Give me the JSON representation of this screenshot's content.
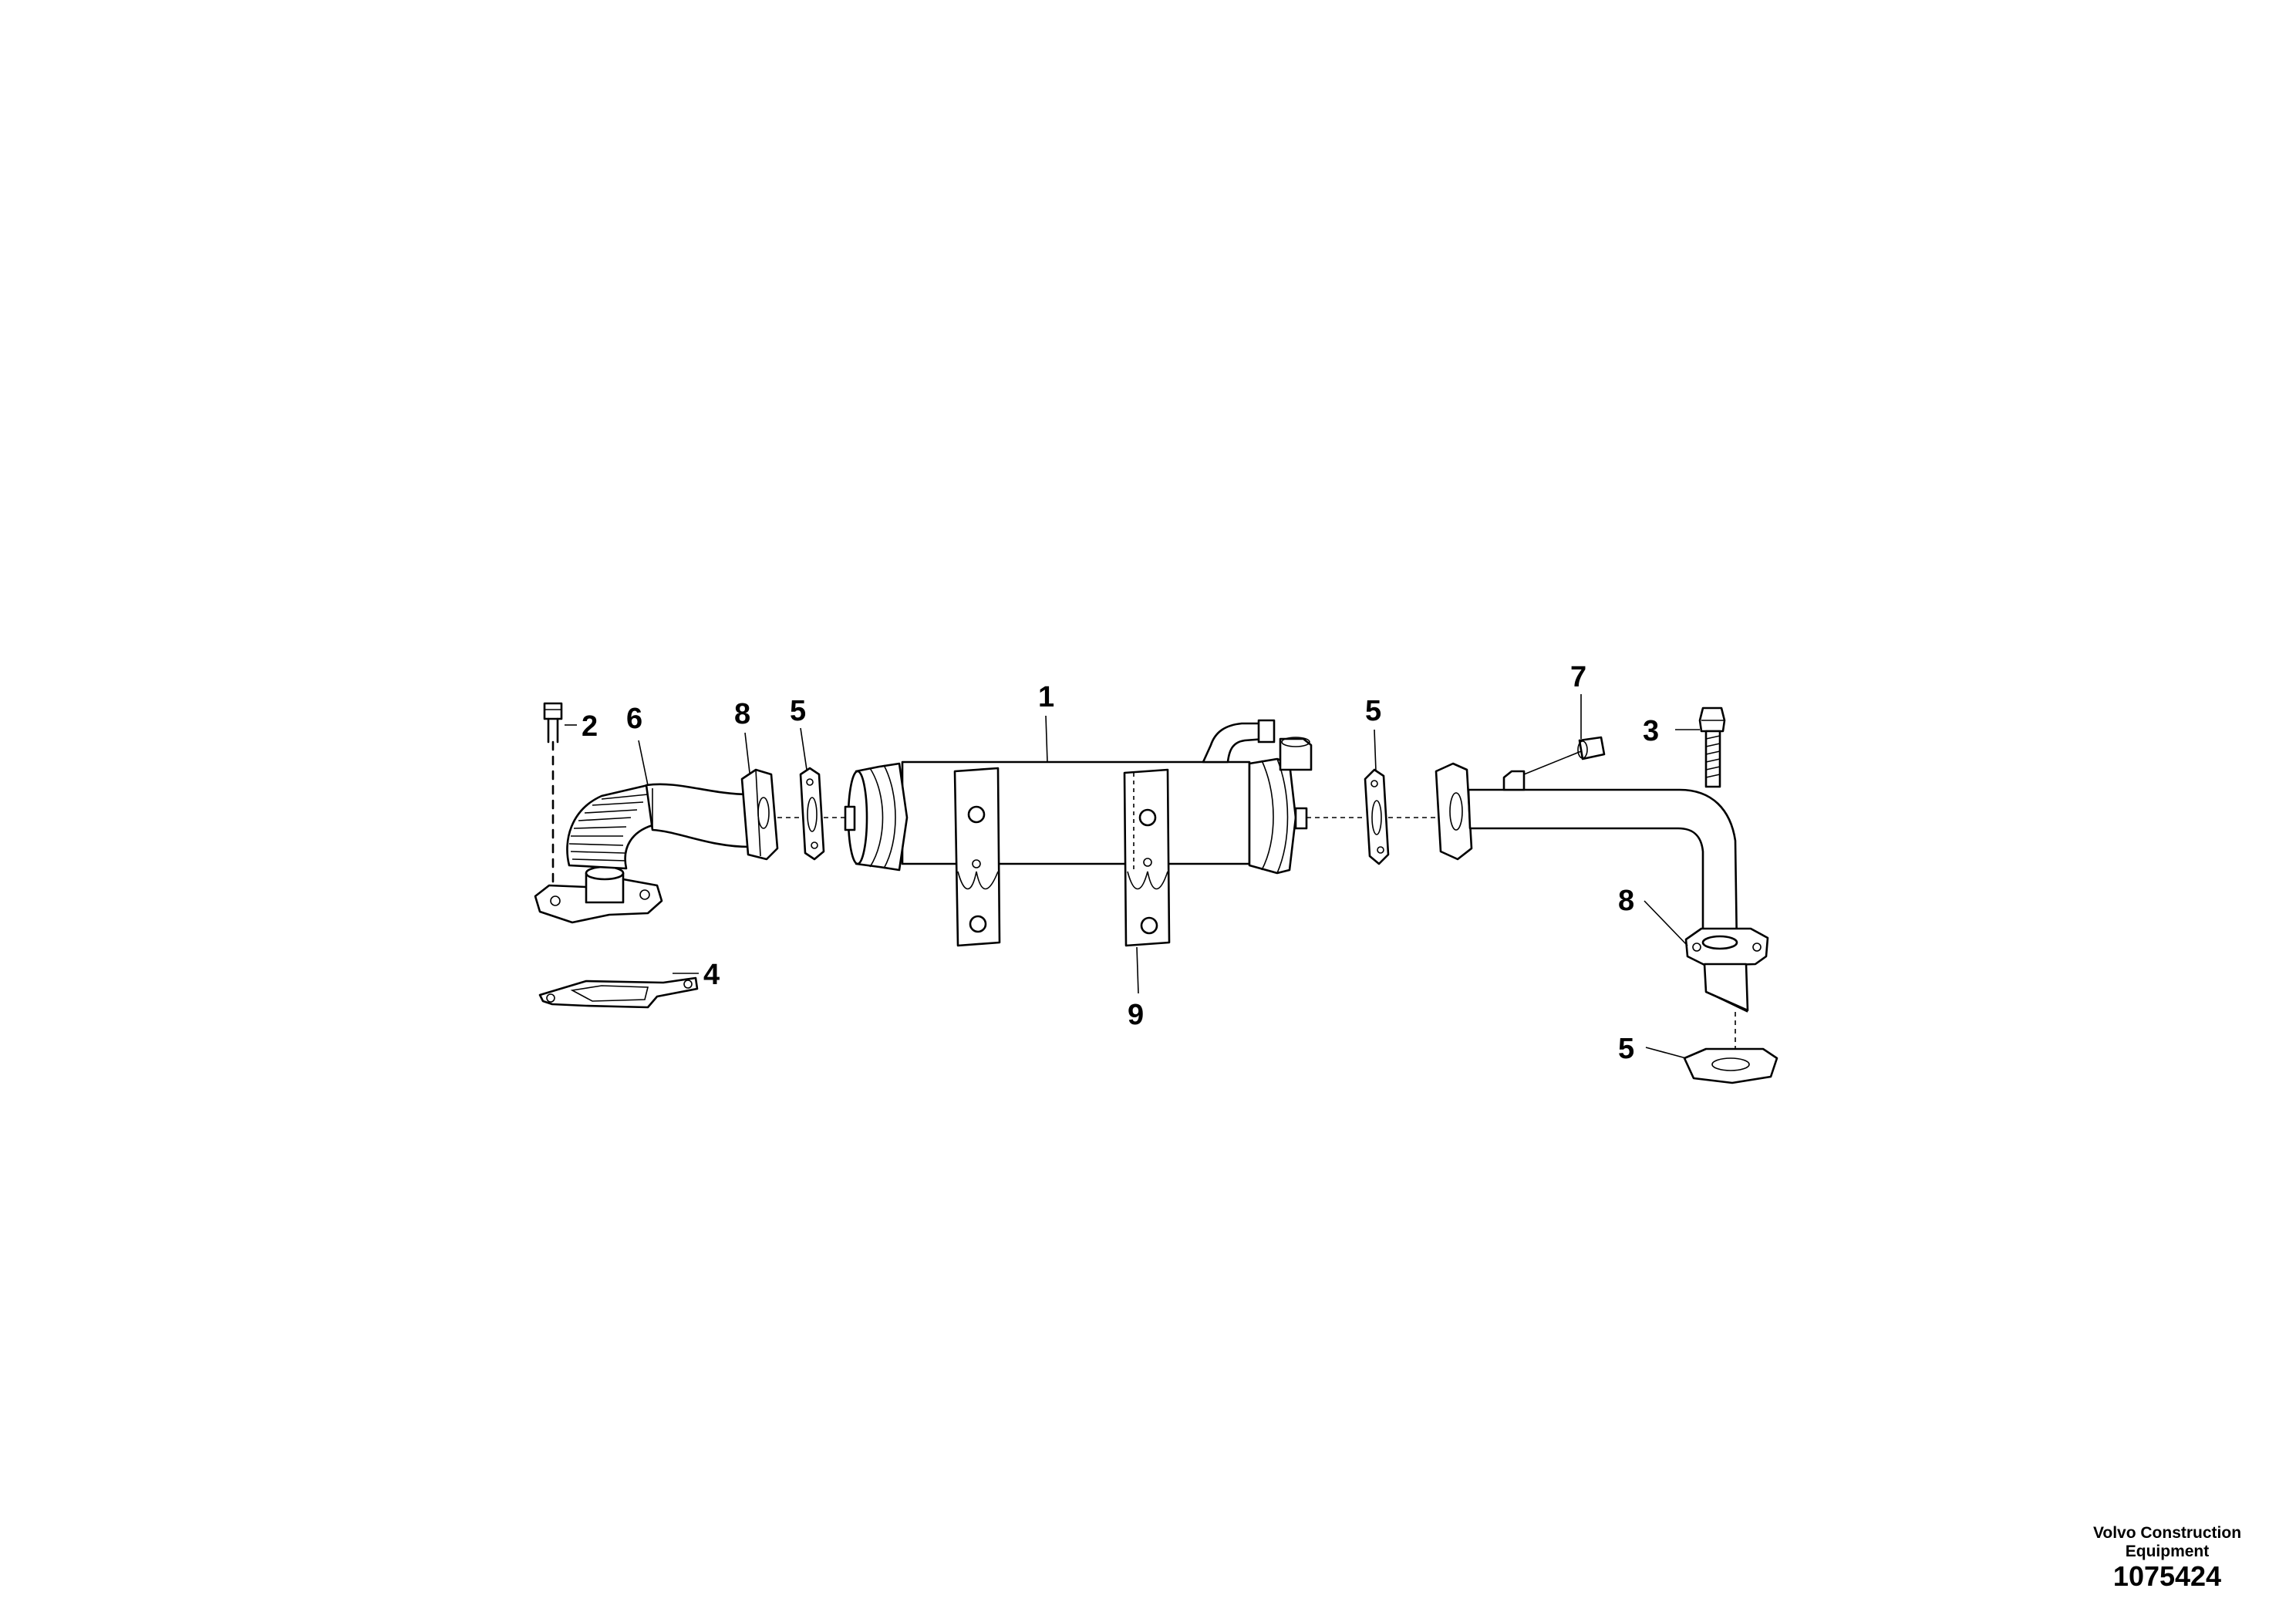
{
  "callouts": {
    "c1": "1",
    "c2": "2",
    "c3": "3",
    "c4": "4",
    "c5a": "5",
    "c5b": "5",
    "c5c": "5",
    "c6": "6",
    "c7": "7",
    "c8a": "8",
    "c8b": "8",
    "c9": "9"
  },
  "credit": {
    "company_line1": "Volvo Construction",
    "company_line2": "Equipment",
    "drawing_number": "1075424"
  }
}
